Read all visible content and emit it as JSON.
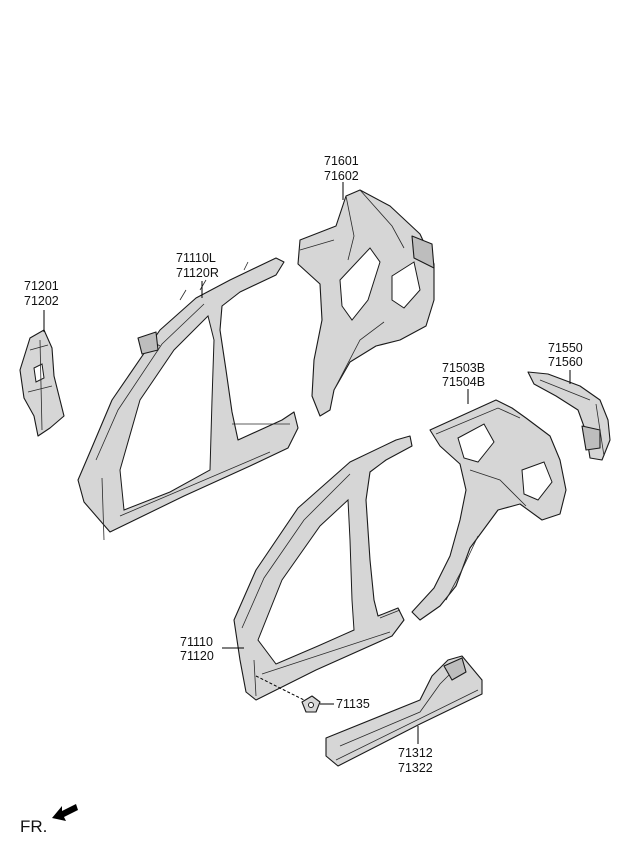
{
  "callouts": {
    "c71601": [
      "71601",
      "71602"
    ],
    "c71110L": [
      "71110L",
      "71120R"
    ],
    "c71201": [
      "71201",
      "71202"
    ],
    "c71503B": [
      "71503B",
      "71504B"
    ],
    "c71550": [
      "71550",
      "71560"
    ],
    "c71110": [
      "71110",
      "71120"
    ],
    "c71135": [
      "71135"
    ],
    "c71312": [
      "71312",
      "71322"
    ]
  },
  "direction_label": "FR."
}
